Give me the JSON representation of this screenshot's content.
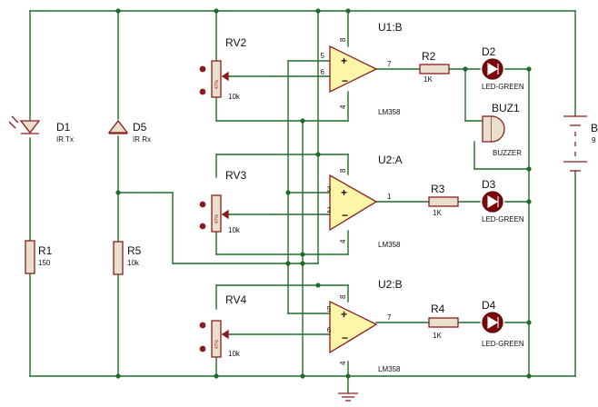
{
  "diagram": {
    "d1": {
      "ref": "D1",
      "value": "IR Tx"
    },
    "d5": {
      "ref": "D5",
      "value": "IR Rx"
    },
    "r1": {
      "ref": "R1",
      "value": "150"
    },
    "r5": {
      "ref": "R5",
      "value": "10k"
    },
    "rv2": {
      "ref": "RV2",
      "value": "10k",
      "body_text": "47%"
    },
    "rv3": {
      "ref": "RV3",
      "value": "10k",
      "body_text": "47%"
    },
    "rv4": {
      "ref": "RV4",
      "value": "10k",
      "body_text": "47%"
    },
    "u1b": {
      "ref": "U1:B",
      "part": "LM358",
      "pin_noninv": "5",
      "pin_inv": "6",
      "pin_out": "7",
      "pin_vcc": "8",
      "pin_gnd": "4"
    },
    "u2a": {
      "ref": "U2:A",
      "part": "LM358",
      "pin_noninv": "3",
      "pin_inv": "2",
      "pin_out": "1",
      "pin_vcc": "8",
      "pin_gnd": "4"
    },
    "u2b": {
      "ref": "U2:B",
      "part": "LM358",
      "pin_noninv": "5",
      "pin_inv": "6",
      "pin_out": "7",
      "pin_vcc": "8",
      "pin_gnd": "4"
    },
    "r2": {
      "ref": "R2",
      "value": "1K"
    },
    "r3": {
      "ref": "R3",
      "value": "1K"
    },
    "r4": {
      "ref": "R4",
      "value": "1K"
    },
    "d2": {
      "ref": "D2",
      "value": "LED-GREEN"
    },
    "d3": {
      "ref": "D3",
      "value": "LED-GREEN"
    },
    "d4": {
      "ref": "D4",
      "value": "LED-GREEN"
    },
    "buz1": {
      "ref": "BUZ1",
      "value": "BUZZER"
    },
    "b1": {
      "ref": "B",
      "value": "9"
    }
  },
  "colors": {
    "wire": "#1f6b2a",
    "component": "#8b1c1c",
    "opamp_fill": "#fff6a8",
    "led_fill": "#7a0808"
  }
}
